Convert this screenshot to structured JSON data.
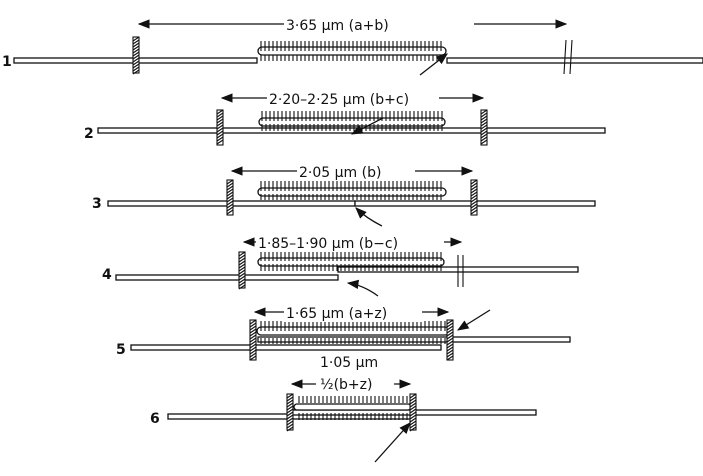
{
  "rows": [
    {
      "number": "1",
      "label": "3·65  µm (a+b)"
    },
    {
      "number": "2",
      "label": "2·20–2·25  µm (b+c)"
    },
    {
      "number": "3",
      "label": "2·05  µm (b)"
    },
    {
      "number": "4",
      "label": "1·85–1·90  µm  (b−c)"
    },
    {
      "number": "5",
      "label": "1·65  µm (a+z)",
      "sublabel": "1·05  µm"
    },
    {
      "number": "6",
      "label": "½(b+z)"
    }
  ]
}
